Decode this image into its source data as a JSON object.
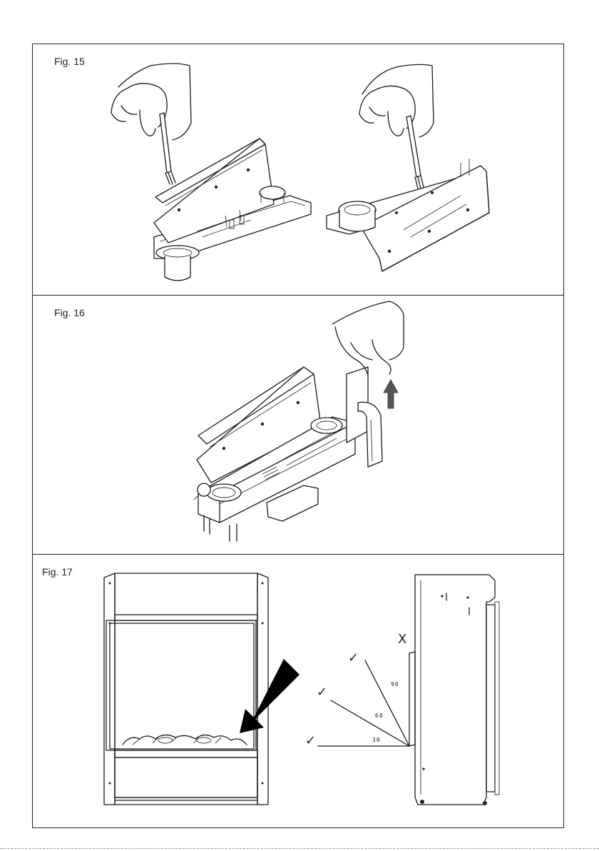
{
  "figures": {
    "fig15": {
      "label": "Fig. 15"
    },
    "fig16": {
      "label": "Fig. 16"
    },
    "fig17": {
      "label": "Fig. 17",
      "angles": [
        "90",
        "60",
        "30"
      ],
      "marks": [
        "✓",
        "✓",
        "✓",
        "X"
      ]
    }
  }
}
